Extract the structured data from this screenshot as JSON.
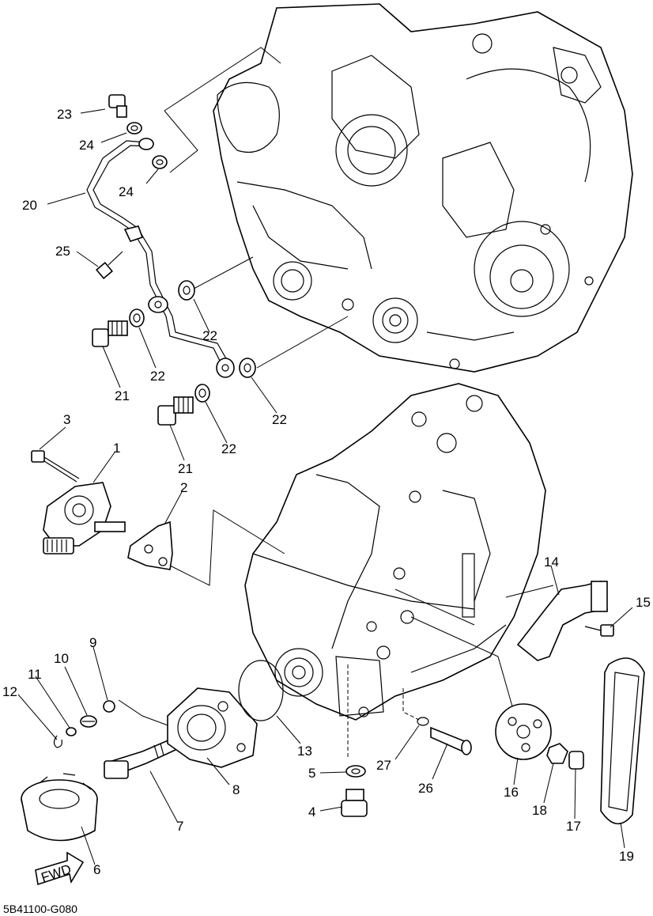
{
  "diagram_code": "5B41100-G080",
  "fwd_label": "FWD",
  "callouts": {
    "p1": "1",
    "p2": "2",
    "p3": "3",
    "p4": "4",
    "p5": "5",
    "p6": "6",
    "p7": "7",
    "p8": "8",
    "p9": "9",
    "p10": "10",
    "p11": "11",
    "p12": "12",
    "p13": "13",
    "p14": "14",
    "p15": "15",
    "p16": "16",
    "p17": "17",
    "p18": "18",
    "p19": "19",
    "p20": "20",
    "p21a": "21",
    "p21b": "21",
    "p22a": "22",
    "p22b": "22",
    "p22c": "22",
    "p22d": "22",
    "p23": "23",
    "p24a": "24",
    "p24b": "24",
    "p25": "25",
    "p26": "26",
    "p27": "27"
  },
  "colors": {
    "ink": "#000000",
    "paper": "#ffffff"
  }
}
